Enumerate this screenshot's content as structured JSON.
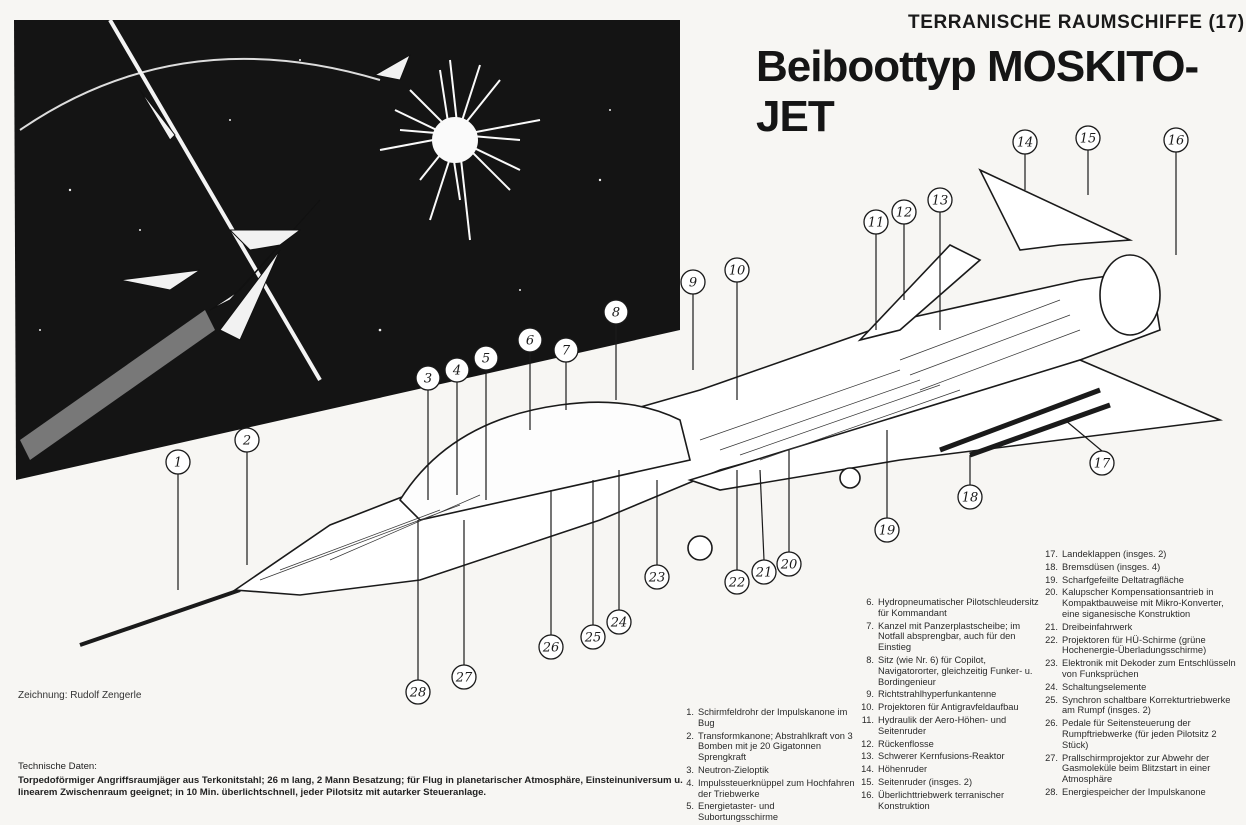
{
  "header": {
    "series_title": "TERRANISCHE RAUMSCHIFFE (17)",
    "main_title": "Beiboottyp MOSKITO-JET"
  },
  "credit": "Zeichnung: Rudolf Zengerle",
  "technical_data": {
    "heading": "Technische Daten:",
    "text": "Torpedoförmiger Angriffsraumjäger aus Terkonitstahl; 26 m lang, 2 Mann Besatzung; für Flug in planetarischer Atmosphäre, Einsteinuniversum u. linearem Zwischenraum geeignet; in 10 Min. überlichtschnell, jeder Pilotsitz mit autarker Steueranlage."
  },
  "callouts": [
    "1",
    "2",
    "3",
    "4",
    "5",
    "6",
    "7",
    "8",
    "9",
    "10",
    "11",
    "12",
    "13",
    "14",
    "15",
    "16",
    "17",
    "18",
    "19",
    "20",
    "21",
    "22",
    "23",
    "24",
    "25",
    "26",
    "27",
    "28"
  ],
  "legend": [
    {
      "num": "1.",
      "text": "Schirmfeldrohr der Impulskanone im Bug"
    },
    {
      "num": "2.",
      "text": "Transformkanone; Abstrahlkraft von 3 Bomben mit je 20 Gigatonnen Sprengkraft"
    },
    {
      "num": "3.",
      "text": "Neutron-Zieloptik"
    },
    {
      "num": "4.",
      "text": "Impulssteuerknüppel zum Hochfahren der Triebwerke"
    },
    {
      "num": "5.",
      "text": "Energietaster- und Subortungsschirme"
    },
    {
      "num": "6.",
      "text": "Hydropneumatischer Pilotschleudersitz für Kommandant"
    },
    {
      "num": "7.",
      "text": "Kanzel mit Panzerplastscheibe; im Notfall absprengbar, auch für den Einstieg"
    },
    {
      "num": "8.",
      "text": "Sitz (wie Nr. 6) für Copilot, Navigatororter, gleichzeitig Funker- u. Bordingenieur"
    },
    {
      "num": "9.",
      "text": "Richtstrahlhyperfunkantenne"
    },
    {
      "num": "10.",
      "text": "Projektoren für Antigravfeldaufbau"
    },
    {
      "num": "11.",
      "text": "Hydraulik der Aero-Höhen- und Seitenruder"
    },
    {
      "num": "12.",
      "text": "Rückenflosse"
    },
    {
      "num": "13.",
      "text": "Schwerer Kernfusions-Reaktor"
    },
    {
      "num": "14.",
      "text": "Höhenruder"
    },
    {
      "num": "15.",
      "text": "Seitenruder (insges. 2)"
    },
    {
      "num": "16.",
      "text": "Überlichttriebwerk terranischer Konstruktion"
    },
    {
      "num": "17.",
      "text": "Landeklappen (insges. 2)"
    },
    {
      "num": "18.",
      "text": "Bremsdüsen (insges. 4)"
    },
    {
      "num": "19.",
      "text": "Scharfgefeilte Deltatragfläche"
    },
    {
      "num": "20.",
      "text": "Kalupscher Kompensationsantrieb in Kompaktbauweise mit Mikro-Konverter, eine siganesische Konstruktion"
    },
    {
      "num": "21.",
      "text": "Dreibeinfahrwerk"
    },
    {
      "num": "22.",
      "text": "Projektoren für HÜ-Schirme (grüne Hochenergie-Überladungsschirme)"
    },
    {
      "num": "23.",
      "text": "Elektronik mit Dekoder zum Entschlüsseln von Funksprüchen"
    },
    {
      "num": "24.",
      "text": "Schaltungselemente"
    },
    {
      "num": "25.",
      "text": "Synchron schaltbare Korrekturtriebwerke am Rumpf (insges. 2)"
    },
    {
      "num": "26.",
      "text": "Pedale für Seitensteuerung der Rumpftriebwerke (für jeden Pilotsitz 2 Stück)"
    },
    {
      "num": "27.",
      "text": "Prallschirmprojektor zur Abwehr der Gasmoleküle beim Blitzstart in einer Atmosphäre"
    },
    {
      "num": "28.",
      "text": "Energiespeicher der Impulskanone"
    }
  ]
}
